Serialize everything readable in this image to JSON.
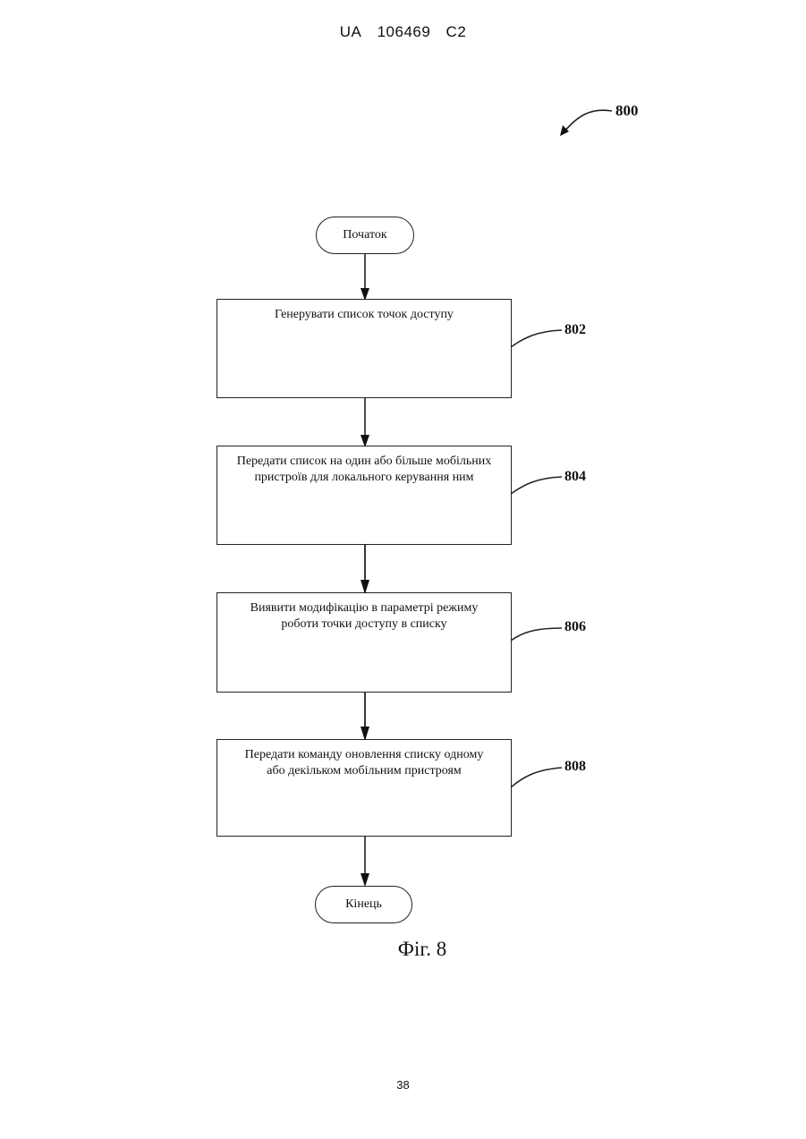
{
  "header": {
    "country": "UA",
    "patent_number": "106469",
    "kind": "C2"
  },
  "figure_ref": "800",
  "flowchart": {
    "start_label": "Початок",
    "end_label": "Кінець",
    "steps": [
      {
        "ref": "802",
        "lines": [
          "Генерувати список точок доступу"
        ]
      },
      {
        "ref": "804",
        "lines": [
          "Передати список на один або більше мобільних",
          "пристроїв для локального керування ним"
        ]
      },
      {
        "ref": "806",
        "lines": [
          "Виявити модифікацію в параметрі режиму",
          "роботи точки доступу в списку"
        ]
      },
      {
        "ref": "808",
        "lines": [
          "Передати команду оновлення списку одному",
          "або декільком мобільним пристроям"
        ]
      }
    ]
  },
  "caption": "Фіг. 8",
  "page_number": "38"
}
